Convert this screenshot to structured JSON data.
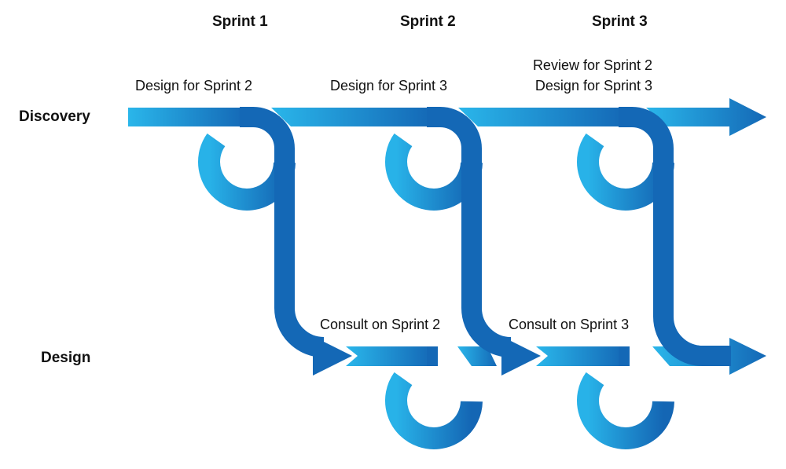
{
  "sprints": {
    "sprint_1": "Sprint 1",
    "sprint_2": "Sprint 2",
    "sprint_3": "Sprint 3"
  },
  "lanes": {
    "discovery": "Discovery",
    "design": "Design"
  },
  "notes": {
    "discovery_design_sprint_2": "Design for Sprint 2",
    "discovery_design_sprint_3": "Design for Sprint 3",
    "discovery_review_sprint_2": "Review for Sprint 2",
    "discovery_design_sprint_3_b": "Design for Sprint 3",
    "design_consult_sprint_2": "Consult on Sprint 2",
    "design_consult_sprint_3": "Consult on Sprint 3"
  },
  "colors": {
    "light_blue": "#29b4e8",
    "dark_blue": "#1464b4",
    "text": "#111111"
  }
}
